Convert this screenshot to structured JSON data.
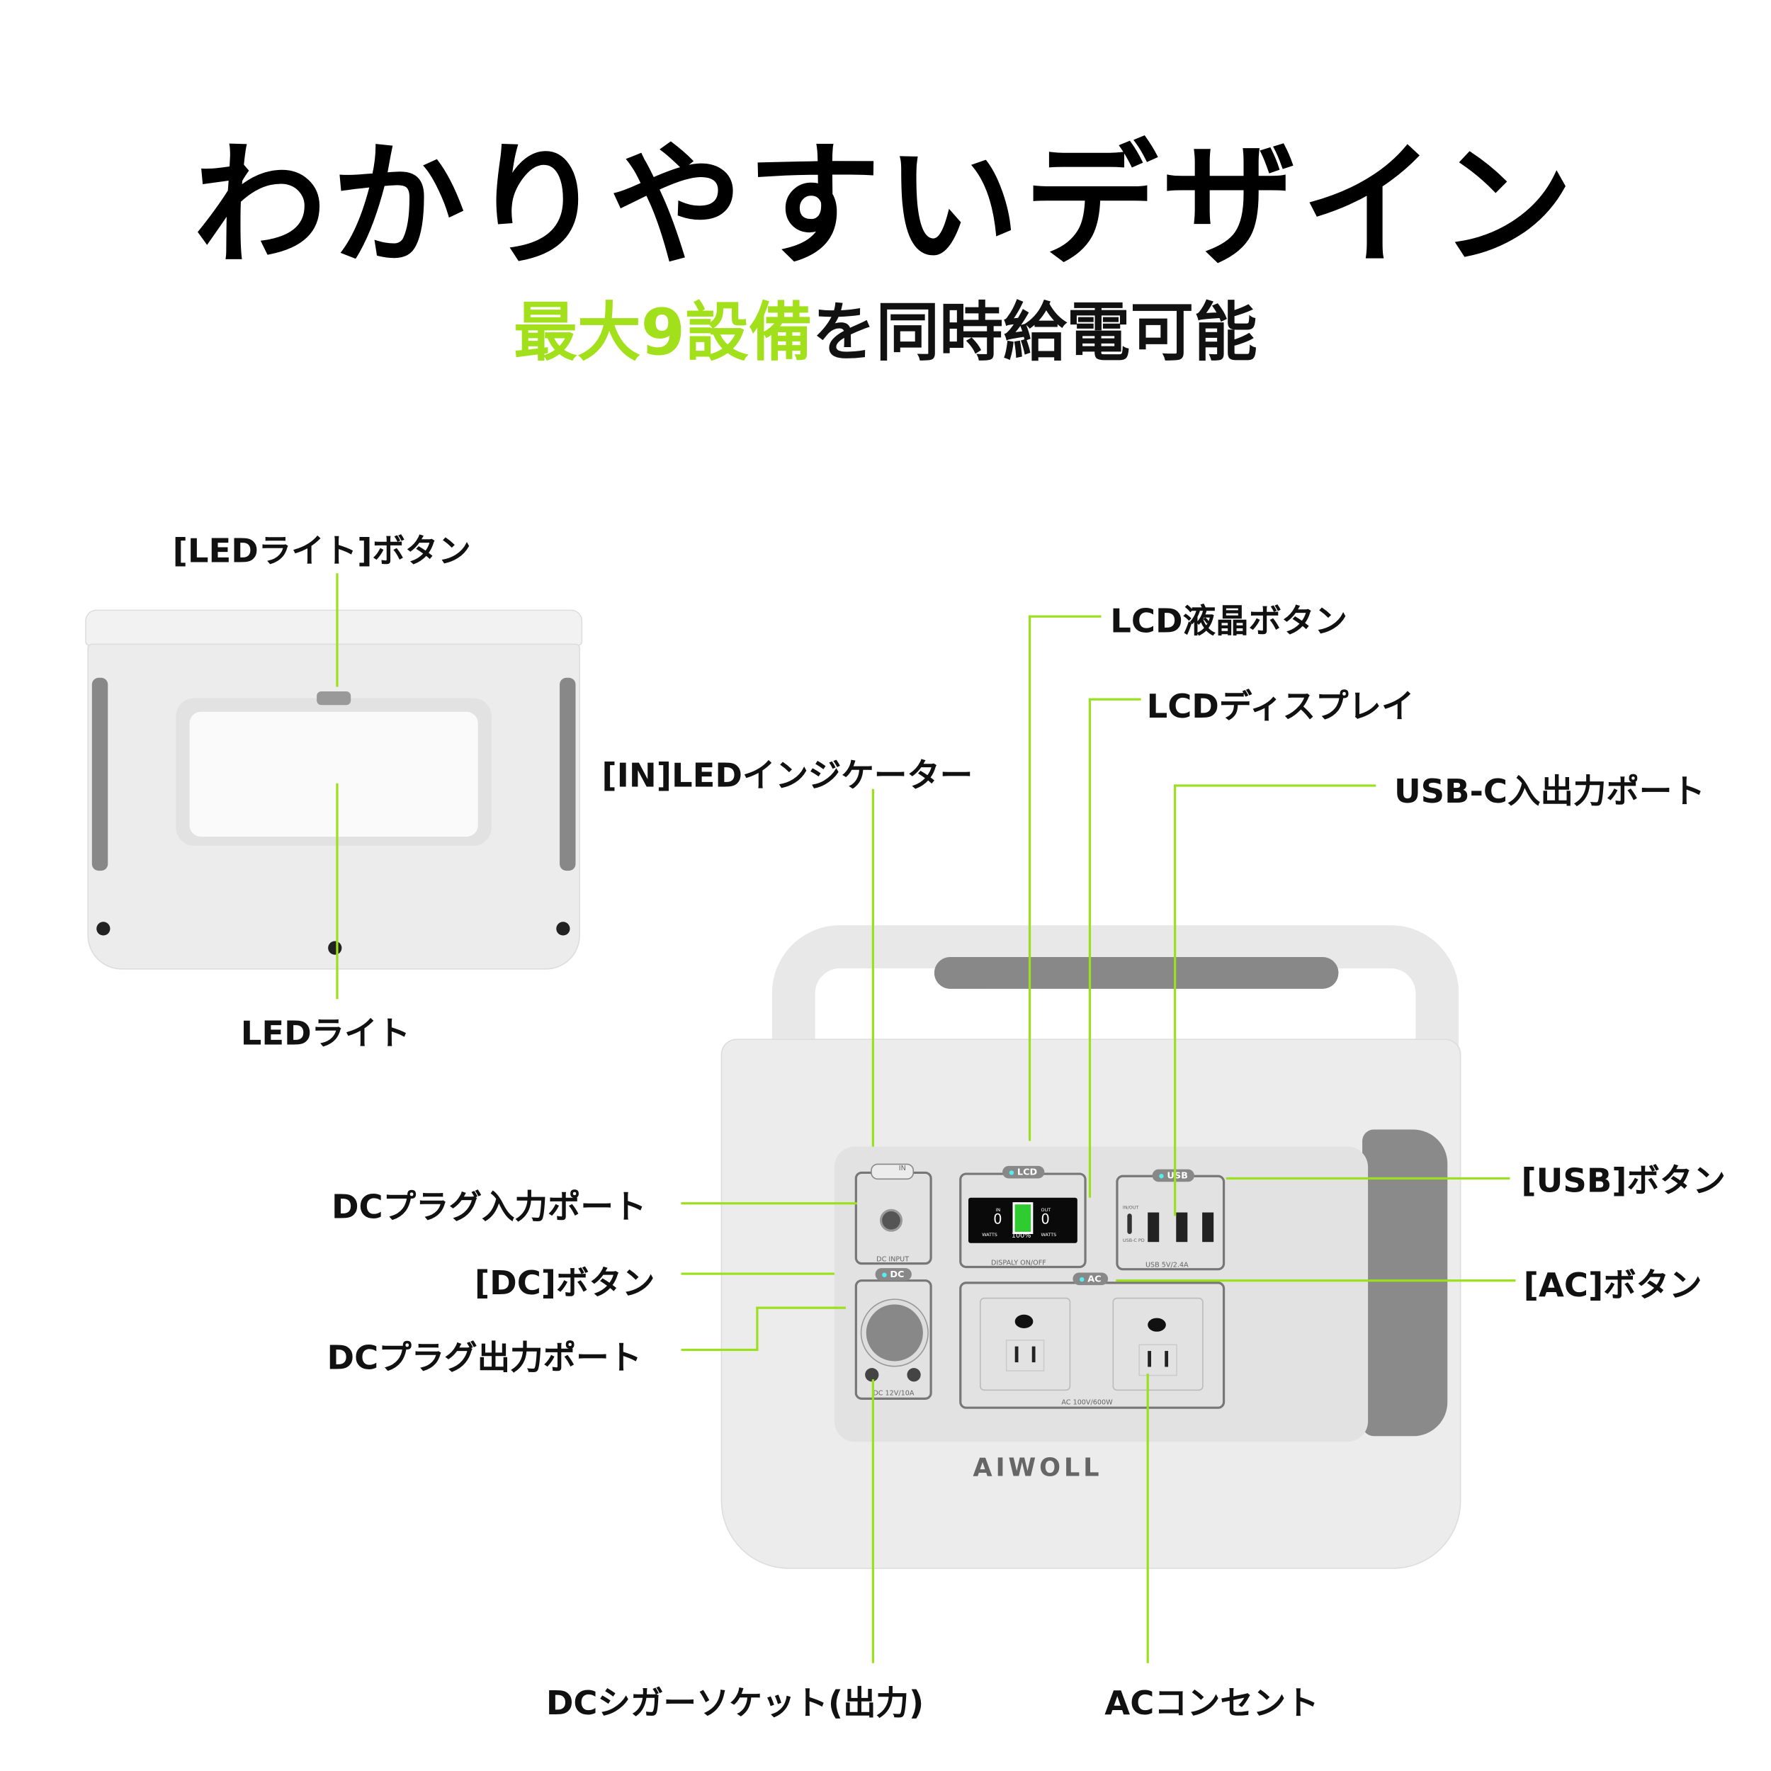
{
  "header": {
    "title": "わかりやすいデザイン",
    "subtitle_highlight": "最大9設備",
    "subtitle_rest": "を同時給電可能"
  },
  "colors": {
    "accent": "#9be01c",
    "text": "#111111",
    "device": "#ececec"
  },
  "labels": {
    "led_button": "[LEDライト]ボタン",
    "led_light": "LEDライト",
    "lcd_button": "LCD液晶ボタン",
    "lcd_display": "LCDディスプレイ",
    "in_led": "[IN]LEDインジケーター",
    "usbc_port": "USB-C入出力ポート",
    "dc_input": "DCプラグ入力ポート",
    "usb_button": "[USB]ボタン",
    "dc_button": "[DC]ボタン",
    "ac_button": "[AC]ボタン",
    "dc_output": "DCプラグ出力ポート",
    "cigar": "DCシガーソケット(出力)",
    "ac_outlet": "ACコンセント"
  },
  "device": {
    "brand": "AIWOLL",
    "in_label": "IN",
    "dc_input": "DC INPUT",
    "dc_btn": "DC",
    "dc_rating": "DC 12V/10A",
    "lcd_btn": "LCD",
    "display_onoff": "DISPALY ON/OFF",
    "lcd": {
      "in": "IN",
      "out": "OUT",
      "in_value": "0",
      "out_value": "0",
      "unit": "WATTS",
      "battery": "100%"
    },
    "usb_btn": "USB",
    "usbc_inout": "IN/OUT",
    "usbc_pd": "USB-C PD",
    "usb_rating": "USB  5V/2.4A",
    "ac_btn": "AC",
    "ac_rating": "AC 100V/600W"
  }
}
